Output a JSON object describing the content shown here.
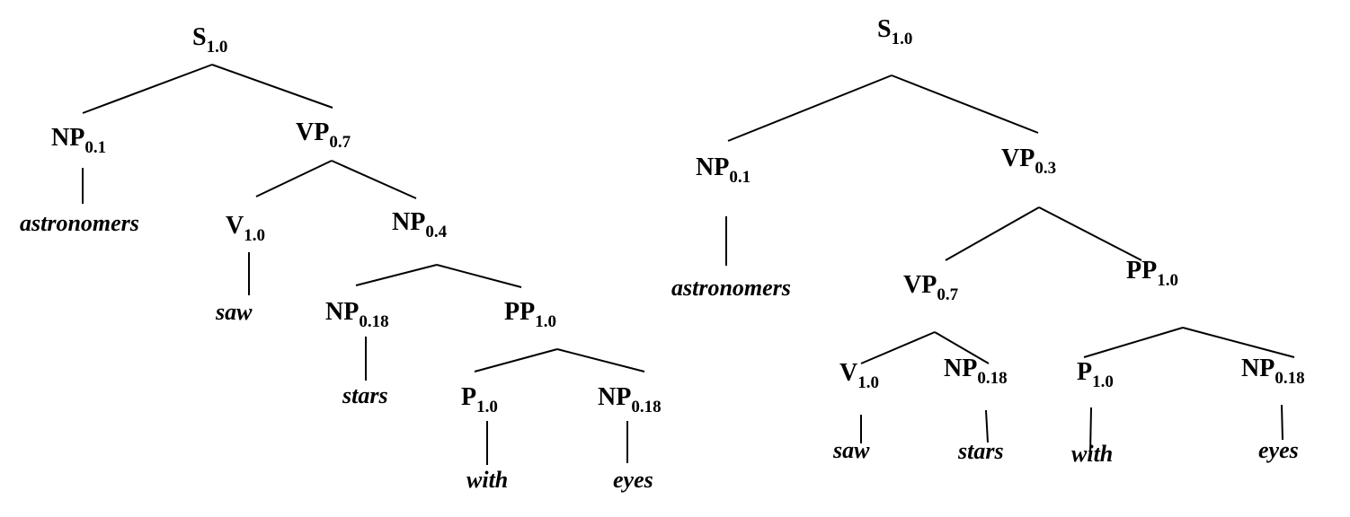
{
  "trees": [
    {
      "nodes": {
        "s": {
          "label": "S",
          "prob": "1.0"
        },
        "np": {
          "label": "NP",
          "prob": "0.1"
        },
        "vp": {
          "label": "VP",
          "prob": "0.7"
        },
        "v": {
          "label": "V",
          "prob": "1.0"
        },
        "np2": {
          "label": "NP",
          "prob": "0.4"
        },
        "np3": {
          "label": "NP",
          "prob": "0.18"
        },
        "pp": {
          "label": "PP",
          "prob": "1.0"
        },
        "p": {
          "label": "P",
          "prob": "1.0"
        },
        "np4": {
          "label": "NP",
          "prob": "0.18"
        }
      },
      "words": {
        "astronomers": "astronomers",
        "saw": "saw",
        "stars": "stars",
        "with": "with",
        "eyes": "eyes"
      }
    },
    {
      "nodes": {
        "s": {
          "label": "S",
          "prob": "1.0"
        },
        "np": {
          "label": "NP",
          "prob": "0.1"
        },
        "vp": {
          "label": "VP",
          "prob": "0.3"
        },
        "vp2": {
          "label": "VP",
          "prob": "0.7"
        },
        "pp": {
          "label": "PP",
          "prob": "1.0"
        },
        "v": {
          "label": "V",
          "prob": "1.0"
        },
        "np2": {
          "label": "NP",
          "prob": "0.18"
        },
        "p": {
          "label": "P",
          "prob": "1.0"
        },
        "np3": {
          "label": "NP",
          "prob": "0.18"
        }
      },
      "words": {
        "astronomers": "astronomers",
        "saw": "saw",
        "stars": "stars",
        "with": "with",
        "eyes": "eyes"
      }
    }
  ]
}
